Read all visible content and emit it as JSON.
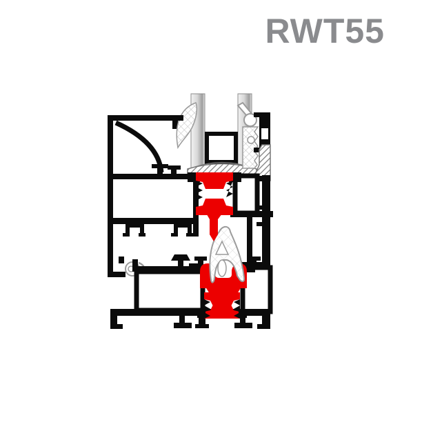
{
  "header": {
    "title": "RWT55"
  },
  "colors": {
    "background": "#ffffff",
    "title": "#8a8b8e",
    "profile_outline": "#0b0b0b",
    "thermal_break": "#ec0000",
    "glass_light": "#f2f2f2",
    "glass_dark": "#9d9d9d",
    "gasket_stroke": "#9b9b9b"
  },
  "diagram": {
    "type": "technical-cross-section",
    "components": [
      "outer-frame-profile",
      "sash-profile",
      "upper-thermal-break",
      "lower-thermal-break",
      "center-seal-gasket",
      "glazing-unit",
      "glass-pane-left",
      "glass-pane-right",
      "glazing-spacer",
      "setting-block",
      "glazing-gasket-left",
      "glazing-gasket-right",
      "glazing-bead"
    ]
  }
}
